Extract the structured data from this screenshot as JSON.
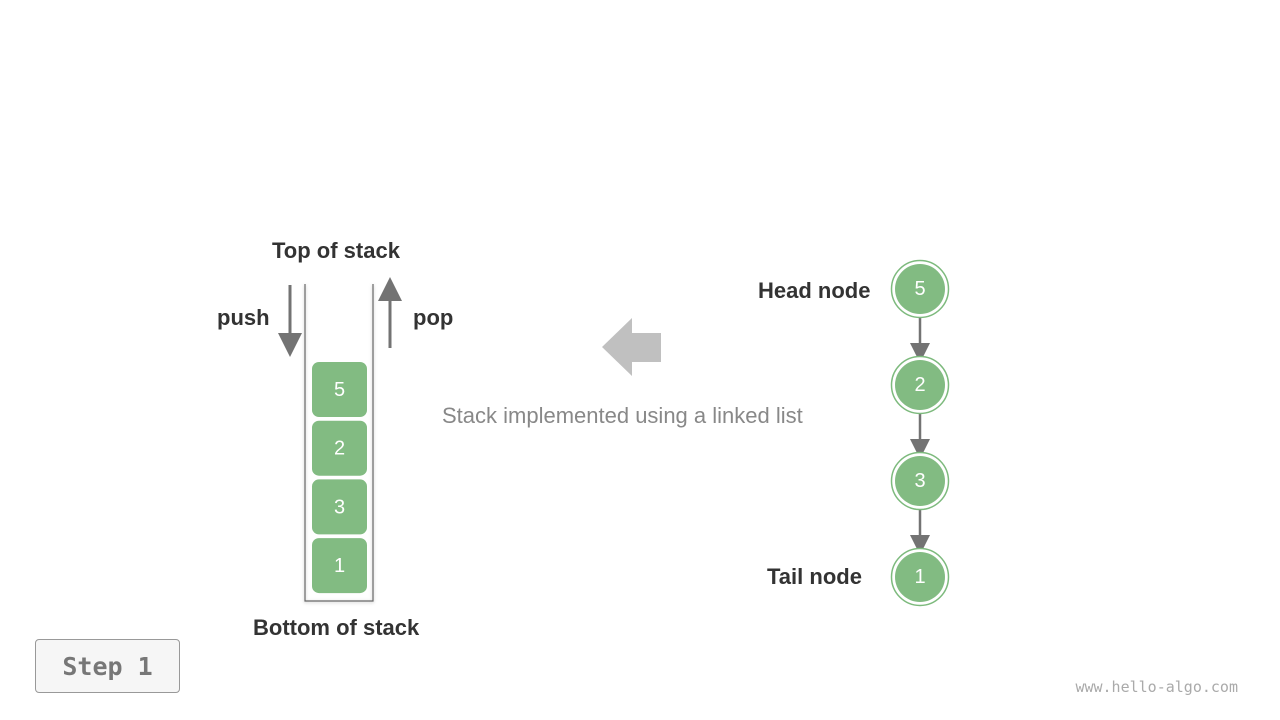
{
  "stack": {
    "top_label": "Top of stack",
    "bottom_label": "Bottom of stack",
    "push_label": "push",
    "pop_label": "pop",
    "items": [
      "5",
      "2",
      "3",
      "1"
    ]
  },
  "linked_list": {
    "head_label": "Head node",
    "tail_label": "Tail node",
    "nodes": [
      "5",
      "2",
      "3",
      "1"
    ]
  },
  "caption": "Stack implemented using a linked list",
  "step": "Step 1",
  "watermark": "www.hello-algo.com",
  "colors": {
    "node_fill": "#82bb82",
    "node_border": "#7dba7d",
    "arrow": "#737373",
    "big_arrow": "#c0c0c0"
  }
}
